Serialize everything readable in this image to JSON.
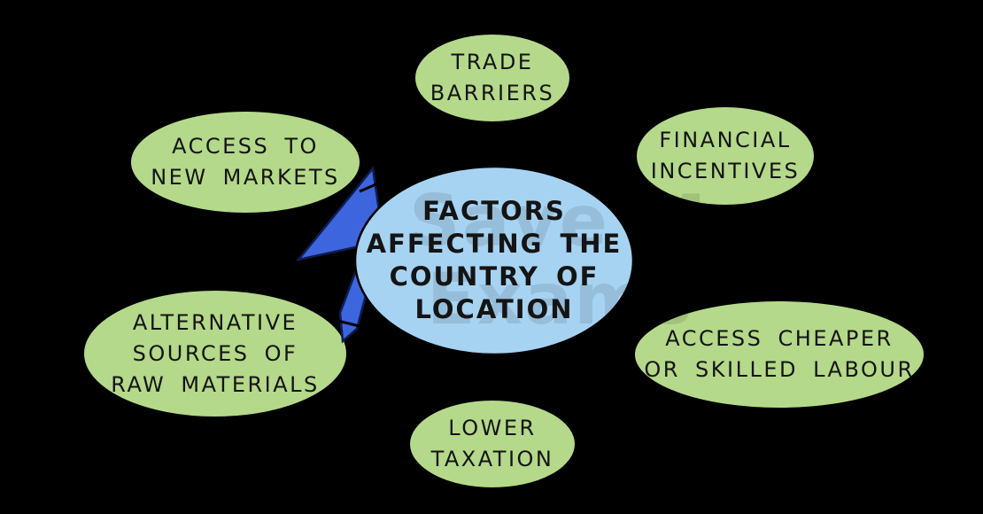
{
  "diagram": {
    "title": "FACTORS AFFECTING THE COUNTRY OF LOCATION",
    "center": {
      "lines": [
        "FACTORS",
        "AFFECTING THE",
        "COUNTRY OF",
        "LOCATION"
      ]
    },
    "factors": {
      "trade_barriers": {
        "lines": [
          "TRADE",
          "BARRIERS"
        ]
      },
      "financial_incentives": {
        "lines": [
          "FINANCIAL",
          "INCENTIVES"
        ]
      },
      "access_new_markets": {
        "lines": [
          "ACCESS TO",
          "NEW MARKETS"
        ]
      },
      "alternative_sources": {
        "lines": [
          "ALTERNATIVE",
          "SOURCES OF",
          "RAW MATERIALS"
        ]
      },
      "cheaper_labour": {
        "lines": [
          "ACCESS CHEAPER",
          "OR SKILLED LABOUR"
        ]
      },
      "lower_taxation": {
        "lines": [
          "LOWER",
          "TAXATION"
        ]
      }
    },
    "watermark": {
      "line1": "Save My",
      "line2": "Exams"
    },
    "colors": {
      "background": "#000000",
      "bubble_green": "#b5d98a",
      "bubble_blue": "#a7d3f2",
      "outline": "#000000",
      "arrow_fill": "#3d65dd",
      "arrow_outline": "#0e1d52",
      "text": "#141414"
    }
  }
}
